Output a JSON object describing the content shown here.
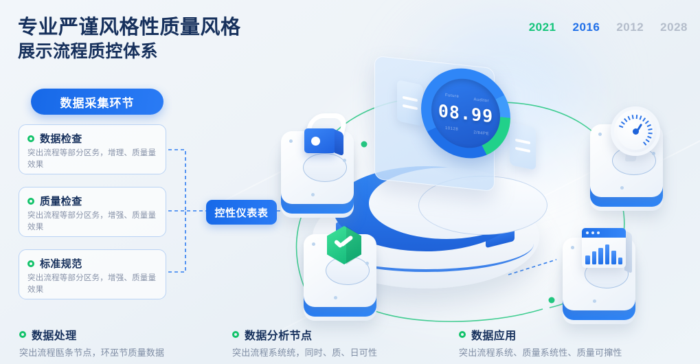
{
  "header": {
    "title_line1": "专业严谨风格性质量风格",
    "title_line2": "展示流程质控体系",
    "title_color": "#16305c"
  },
  "year_nav": {
    "items": [
      {
        "label": "2021",
        "color": "#14c47a",
        "state": "highlight"
      },
      {
        "label": "2016",
        "color": "#1f6fe8",
        "state": "active"
      },
      {
        "label": "2012",
        "color": "#b4bdcb",
        "state": "inactive"
      },
      {
        "label": "2028",
        "color": "#b4bdcb",
        "state": "inactive"
      }
    ]
  },
  "left_panel": {
    "section_pill": "数据采集环节",
    "cards": [
      {
        "title": "数据检查",
        "desc": "突出流程等部分区务，增理、质量量效果"
      },
      {
        "title": "质量检查",
        "desc": "突出流程等部分区务，增强、质量量效果"
      },
      {
        "title": "标准规范",
        "desc": "突出流程等部分区务，增强、质量量效果"
      }
    ]
  },
  "center_badge": {
    "label": "控性仪表表"
  },
  "scene": {
    "dashboard": {
      "readout": "08.99",
      "micro_labels": [
        "Future",
        "Auditor",
        "10128",
        "2/84PE"
      ],
      "ring_accent_color": "#21d18a",
      "ring_base_color": "#2f86f7"
    },
    "nodes": [
      {
        "name": "lock-node",
        "icon": "lock-icon"
      },
      {
        "name": "shield-check-node",
        "icon": "shield-check-icon"
      },
      {
        "name": "speedometer-node",
        "icon": "speedometer-icon"
      },
      {
        "name": "bar-chart-node",
        "icon": "bar-chart-window-icon"
      }
    ],
    "chart_window": {
      "bars": [
        38,
        55,
        72,
        86,
        60,
        30
      ]
    }
  },
  "bottom_items": [
    {
      "title": "数据处理",
      "desc": "突出流程匦条节点，环巫节质量数据"
    },
    {
      "title": "数据分析节点",
      "desc": "突出流程系统统，同时、质、日可性"
    },
    {
      "title": "数据应用",
      "desc": "突出流程系统、质量系统性、质量可撺性"
    }
  ]
}
